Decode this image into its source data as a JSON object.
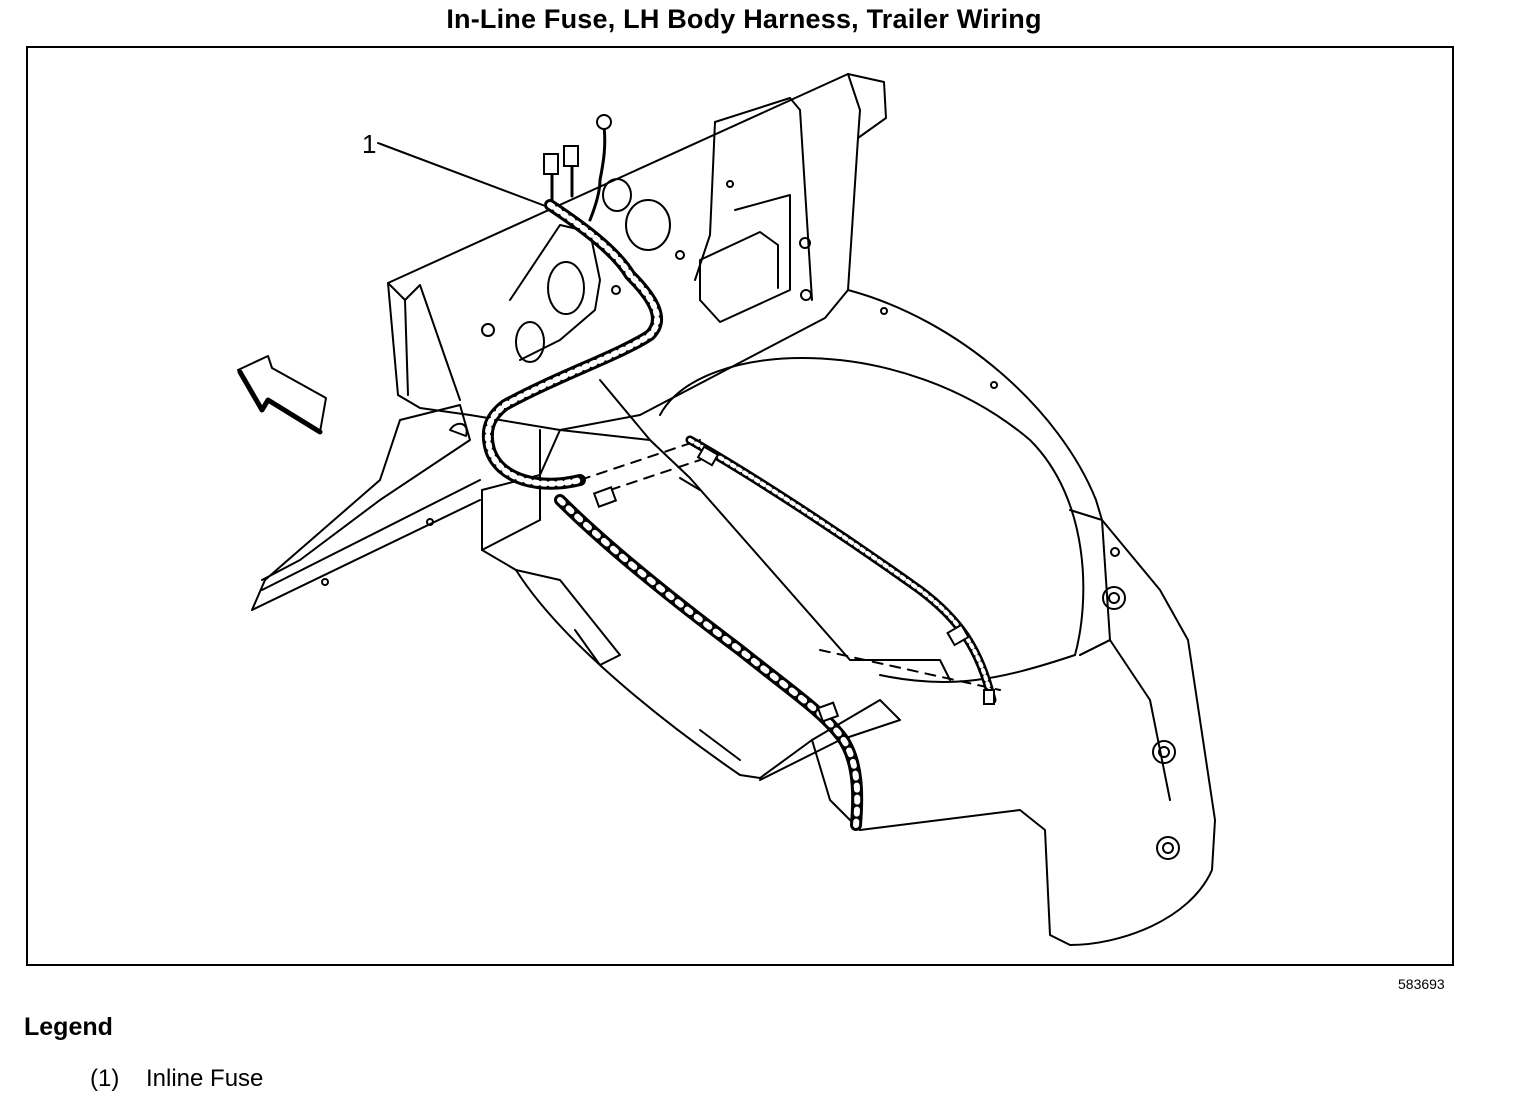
{
  "title": "In-Line Fuse, LH Body Harness, Trailer Wiring",
  "callout": "1",
  "figure_id": "583693",
  "legend": {
    "heading": "Legend",
    "items": [
      {
        "number": "(1)",
        "label": "Inline Fuse"
      }
    ]
  }
}
